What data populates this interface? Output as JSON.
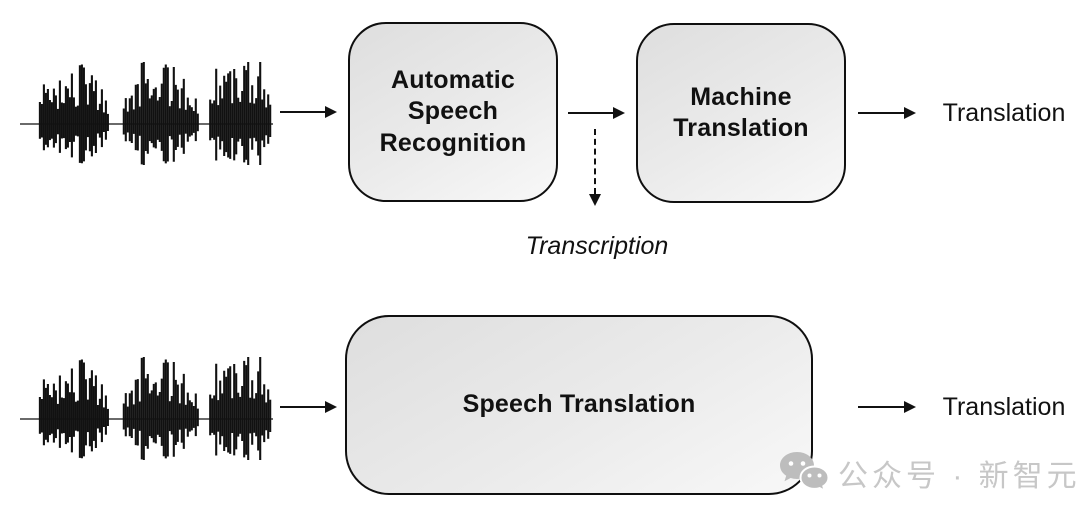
{
  "figure": {
    "cascade": {
      "asr_box_label": "Automatic Speech Recognition",
      "mt_box_label": "Machine Translation",
      "transcription_label": "Transcription",
      "output_label": "Translation"
    },
    "end_to_end": {
      "st_box_label": "Speech Translation",
      "output_label": "Translation"
    },
    "watermark": {
      "text": "公众号 · 新智元"
    },
    "icons": {
      "waveform_top": "audio-waveform-icon",
      "waveform_bottom": "audio-waveform-icon",
      "watermark_icon": "wechat-icon"
    },
    "colors": {
      "box_border": "#0f0f0f",
      "box_fill_start": "#dedede",
      "box_fill_end": "#f8f8f8",
      "arrow": "#111111",
      "watermark": "#c7c7c7",
      "background": "#ffffff"
    }
  }
}
